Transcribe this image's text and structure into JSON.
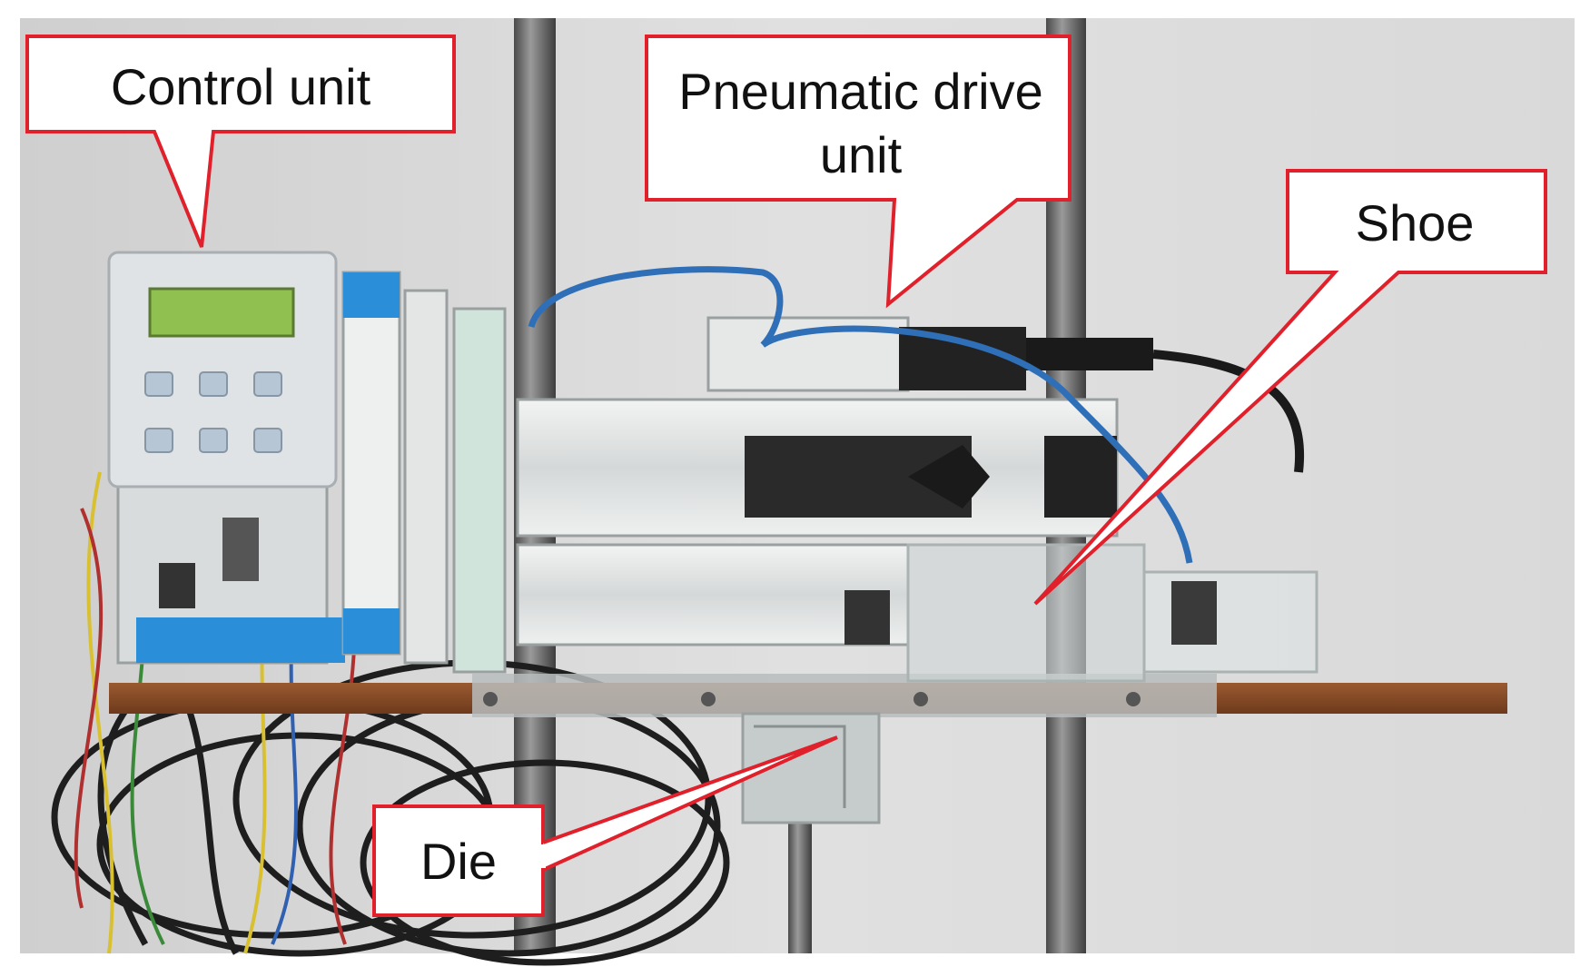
{
  "callouts": {
    "control_unit": "Control unit",
    "pneumatic_line1": "Pneumatic drive",
    "pneumatic_line2": "unit",
    "shoe": "Shoe",
    "die": "Die"
  },
  "colors": {
    "callout_border": "#e0202a",
    "wall": "#dcdcdc",
    "table_top": "#8a4a25",
    "aluminium": "#e4e6e6",
    "cable_blue": "#2f6fb8",
    "display_green": "#8fc050",
    "module_blue": "#2a8fd8"
  },
  "icons": [
    "lcd-display-icon",
    "keypad-icon",
    "pneumatic-cylinder-icon",
    "blue-air-hose-icon"
  ]
}
